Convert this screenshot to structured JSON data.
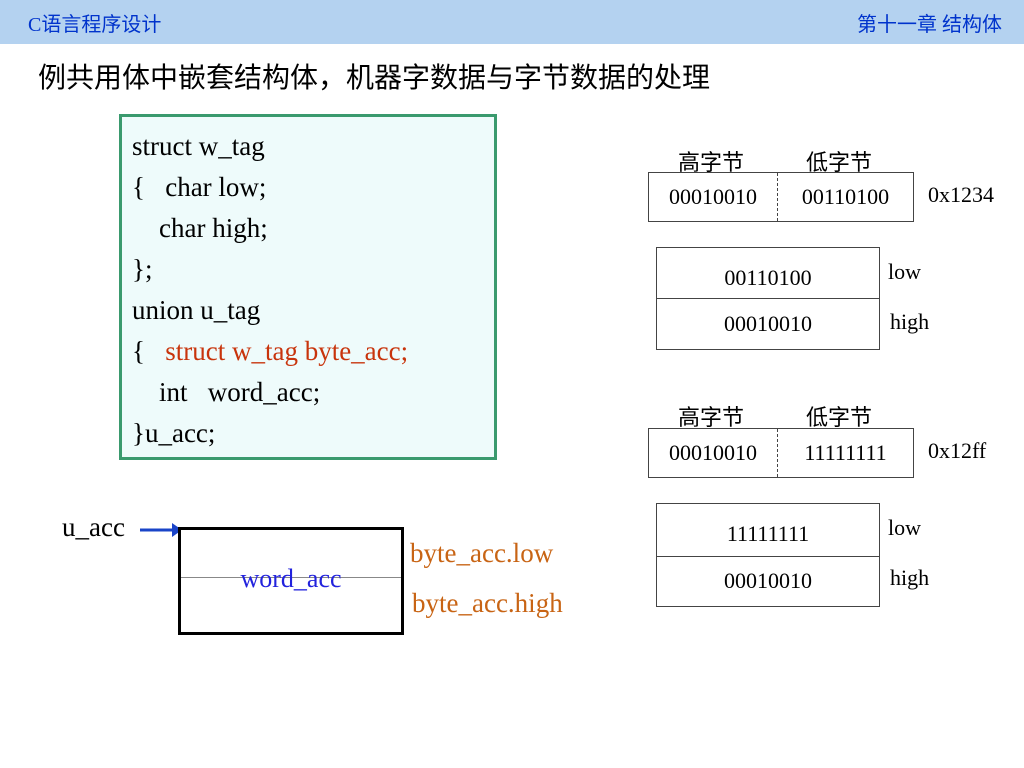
{
  "header": {
    "course": "C语言程序设计",
    "chapter": "第十一章    结构体",
    "bg_color": "#b4d2f0",
    "text_color": "#0033cc"
  },
  "title": "例共用体中嵌套结构体，机器字数据与字节数据的处理",
  "code": {
    "lines": [
      "struct w_tag",
      "{   char low;",
      "    char high;",
      "};",
      "union u_tag",
      "{   ",
      "    int   word_acc;",
      "}u_acc;"
    ],
    "highlight": "struct w_tag byte_acc;",
    "highlight_color": "#c8340c"
  },
  "example1": {
    "high_label": "高字节",
    "low_label": "低字节",
    "high_byte": "00010010",
    "low_byte": "00110100",
    "hex": "0x1234",
    "mem_low": "00110100",
    "mem_high": "00010010",
    "low_tag": "low",
    "high_tag": "high"
  },
  "example2": {
    "high_label": "高字节",
    "low_label": "低字节",
    "high_byte": "00010010",
    "low_byte": "11111111",
    "hex": "0x12ff",
    "mem_low": "11111111",
    "mem_high": "00010010",
    "low_tag": "low",
    "high_tag": "high"
  },
  "union_diagram": {
    "var_name": "u_acc",
    "word_label": "word_acc",
    "low_label": "byte_acc.low",
    "high_label": "byte_acc.high"
  }
}
